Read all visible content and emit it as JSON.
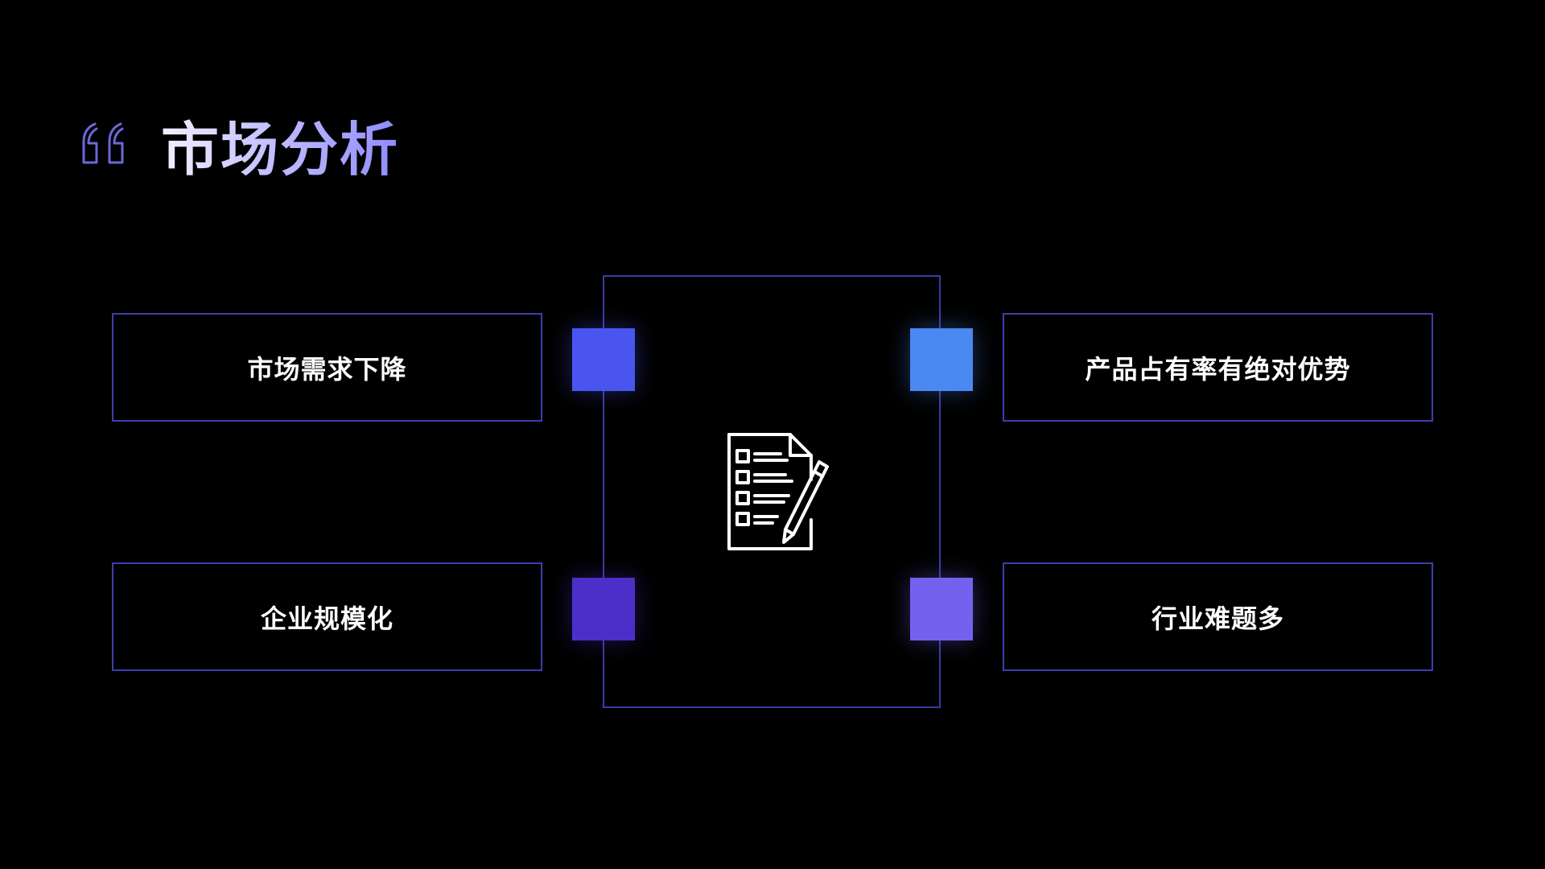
{
  "slide": {
    "title": "市场分析",
    "center_icon": "document-checklist-pencil-icon",
    "quote_icon": "quote-mark-icon"
  },
  "cards": {
    "top_left": "市场需求下降",
    "bottom_left": "企业规模化",
    "top_right": "产品占有率有绝对优势",
    "bottom_right": "行业难题多"
  },
  "colors": {
    "node_top_left": "#4A55F0",
    "node_top_right": "#4A88F2",
    "node_bottom_left": "#4C2FC8",
    "node_bottom_right": "#7462EE",
    "border": "#3F3DAE",
    "background": "#000000"
  }
}
